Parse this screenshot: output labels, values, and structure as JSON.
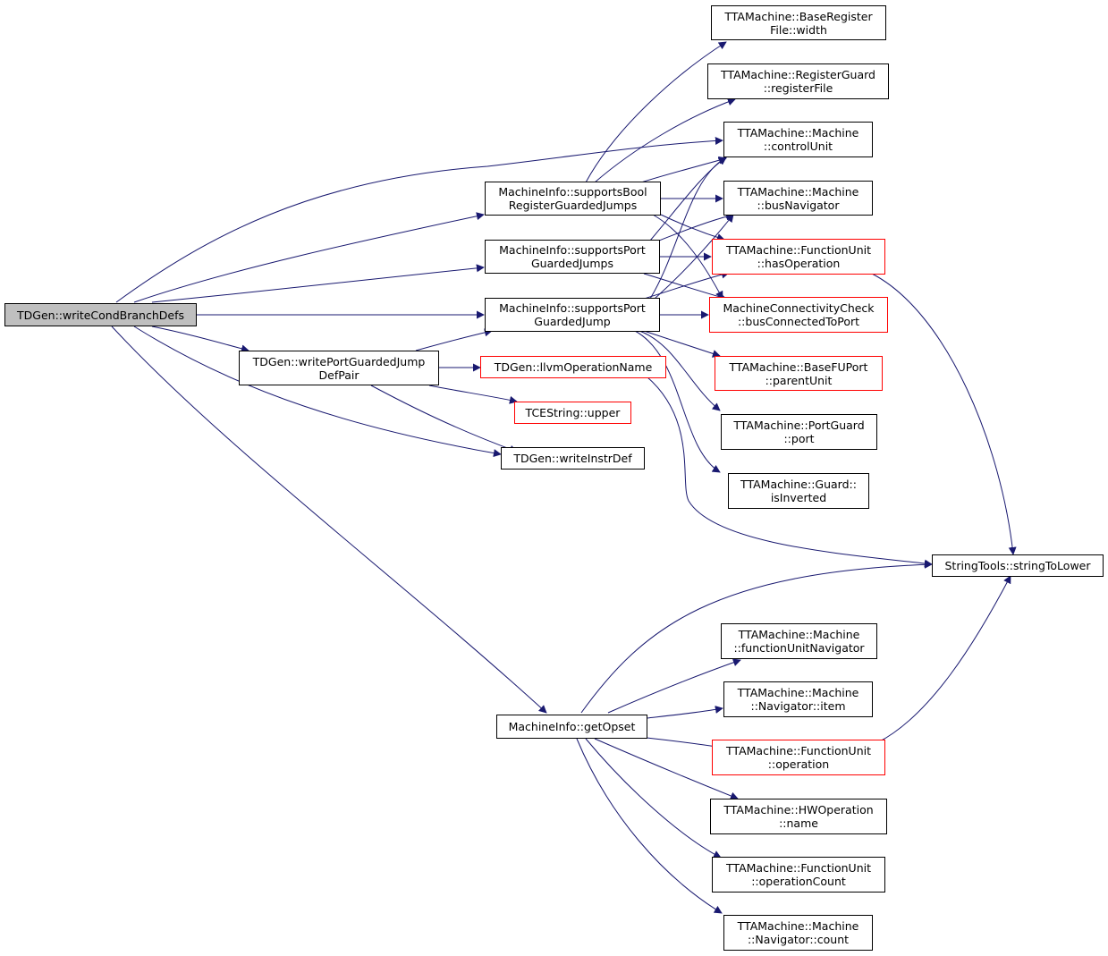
{
  "colors": {
    "edge": "#191970",
    "border": "#000000",
    "border_link_missing": "#ff0000",
    "root_fill": "#bfbfbf"
  },
  "nodes": {
    "root": {
      "lines": [
        "TDGen::writeCondBranchDefs"
      ]
    },
    "sbrgj": {
      "lines": [
        "MachineInfo::supportsBool",
        "RegisterGuardedJumps"
      ]
    },
    "spgj": {
      "lines": [
        "MachineInfo::supportsPort",
        "GuardedJumps"
      ]
    },
    "spgjump": {
      "lines": [
        "MachineInfo::supportsPort",
        "GuardedJump"
      ]
    },
    "wpgjdp": {
      "lines": [
        "TDGen::writePortGuardedJump",
        "DefPair"
      ]
    },
    "llvmop": {
      "lines": [
        "TDGen::llvmOperationName"
      ]
    },
    "upper": {
      "lines": [
        "TCEString::upper"
      ]
    },
    "writeinstr": {
      "lines": [
        "TDGen::writeInstrDef"
      ]
    },
    "getopset": {
      "lines": [
        "MachineInfo::getOpset"
      ]
    },
    "brfwidth": {
      "lines": [
        "TTAMachine::BaseRegister",
        "File::width"
      ]
    },
    "rgregfile": {
      "lines": [
        "TTAMachine::RegisterGuard",
        "::registerFile"
      ]
    },
    "controlunit": {
      "lines": [
        "TTAMachine::Machine",
        "::controlUnit"
      ]
    },
    "busnav": {
      "lines": [
        "TTAMachine::Machine",
        "::busNavigator"
      ]
    },
    "hasop": {
      "lines": [
        "TTAMachine::FunctionUnit",
        "::hasOperation"
      ]
    },
    "busconn": {
      "lines": [
        "MachineConnectivityCheck",
        "::busConnectedToPort"
      ]
    },
    "parentunit": {
      "lines": [
        "TTAMachine::BaseFUPort",
        "::parentUnit"
      ]
    },
    "pgport": {
      "lines": [
        "TTAMachine::PortGuard",
        "::port"
      ]
    },
    "isinverted": {
      "lines": [
        "TTAMachine::Guard::",
        "isInverted"
      ]
    },
    "tolower": {
      "lines": [
        "StringTools::stringToLower"
      ]
    },
    "funav": {
      "lines": [
        "TTAMachine::Machine",
        "::functionUnitNavigator"
      ]
    },
    "navitem": {
      "lines": [
        "TTAMachine::Machine",
        "::Navigator::item"
      ]
    },
    "fuop": {
      "lines": [
        "TTAMachine::FunctionUnit",
        "::operation"
      ]
    },
    "hwopname": {
      "lines": [
        "TTAMachine::HWOperation",
        "::name"
      ]
    },
    "opcount": {
      "lines": [
        "TTAMachine::FunctionUnit",
        "::operationCount"
      ]
    },
    "navcount": {
      "lines": [
        "TTAMachine::Machine",
        "::Navigator::count"
      ]
    }
  }
}
